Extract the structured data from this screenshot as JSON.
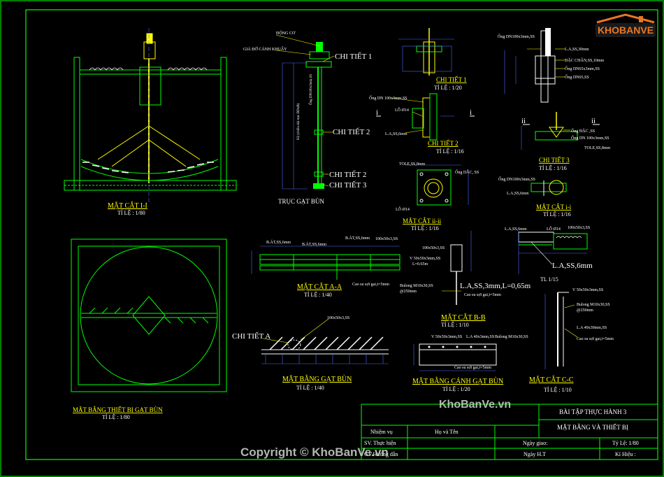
{
  "logo": {
    "text": "KHOBANVE"
  },
  "watermark": {
    "site": "KhoBanVe.vn",
    "copyright": "Copyright © KhoBanVe.vn"
  },
  "views": {
    "section_1": {
      "title": "MẶT CẮT I-I",
      "scale": "TỈ LỆ : 1/80"
    },
    "plan_equipment": {
      "title": "MẶT BẰNG THIẾT BỊ GẠT BÙN",
      "scale": "TỈ LỆ : 1/80"
    },
    "scraper_shaft": {
      "title": "TRỤC GẠT BÙN",
      "labels": [
        "ĐỘNG CƠ",
        "GIÁ ĐỠ CÁNH KHUẤY",
        "CHI TIẾT 1",
        "CHI TIẾT 2",
        "CHI TIẾT 2",
        "CHI TIẾT 3"
      ]
    },
    "detail_1": {
      "title": "CHI TIẾT 1",
      "scale": "TỈ LỆ : 1/20"
    },
    "detail_2": {
      "title": "CHI TIẾT 2",
      "scale": "TỈ LỆ : 1/16",
      "labels": [
        "Ống DN 100x3mm,SS",
        "LỖ Ø14",
        "L.A,SS,6mm",
        "i",
        "i"
      ]
    },
    "section_ii": {
      "title": "MẶT CẮT ii-ii",
      "scale": "TỈ LỆ : 1/16",
      "labels": [
        "TOLE,SS,8mm",
        "Ống DẪC, SS",
        "LỖ Ø14"
      ]
    },
    "detail_3": {
      "title": "CHI TIẾT 3",
      "scale": "TỈ LỆ : 1/16",
      "labels": [
        "Ống ĐẶC ,SS",
        "Ống DN 100x3mm,SS",
        "TOLE,SS,8mm",
        "ii",
        "ii"
      ]
    },
    "top_right": {
      "labels": [
        "Ống DN100x3mm,SS",
        "L.A,SS,30mm",
        "ĐẶC CHÂN,SS,10mm",
        "Ống DN65x3mm,SS",
        "Ống DN65,SS"
      ]
    },
    "section_ii2": {
      "title": "MẶT CẮT i-i",
      "scale": "TỈ LỆ : 1/16",
      "labels": [
        "Ống DN100x3mm,SS",
        "L.A,SS,6mm"
      ]
    },
    "tl_detail": {
      "title": "TL 1/15",
      "labels": [
        "L.A,SS,6mm",
        "LỖ Ø14",
        "100x50x3,SS",
        "L.A,SS,6mm"
      ]
    },
    "section_aa": {
      "title": "MẶT CẮT A-A",
      "scale": "TỈ LỆ : 1/40",
      "labels": [
        "B.ÁT,SS,6mm",
        "B.ÁT,SS,6mm",
        "B.ÁT,SS,6mm",
        "100x50x3,SS",
        "Cao su sợi gai,t=5mm"
      ]
    },
    "section_bb": {
      "title": "MẶT CẮT B-B",
      "scale": "TỈ LỆ : 1/10",
      "labels": [
        "100x50x3,SS",
        "V 50x50x3mm,SS",
        "L=0.65m",
        "L.A,SS,3mm,L=0,65m",
        "Bulong M10x30,SS",
        "@250mm",
        "Cao su sợi gai,t=5mm"
      ]
    },
    "plan_scraper": {
      "title": "MẶT BẰNG GẠT BÙN",
      "scale": "TỈ LỆ : 1/40",
      "labels": [
        "CHI TIẾT A",
        "100x50x3,SS"
      ]
    },
    "plan_blade": {
      "title": "MẶT BẰNG CÁNH GẠT BÙN",
      "scale": "TỈ LỆ : 1/20",
      "labels": [
        "V 50x50x3mm,SS",
        "L.A 40x3mm,SS",
        "Bulong M10x30,SS",
        "Cao su sợi gai,t=5mm"
      ]
    },
    "section_cc": {
      "title": "MẶT CẮT C-C",
      "scale": "TỈ LỆ : 1/10",
      "labels": [
        "V 50x50x3mm,SS",
        "Bulong M10x30,SS",
        "@250mm",
        "L.A 40x30mm,SS",
        "Cao su sợi gai,t=5mm"
      ]
    }
  },
  "title_block": {
    "project": "BÀI TẬP THỰC HÀNH 3",
    "drawing": "MẶT BẰNG VÀ THIẾT BỊ",
    "col_task": "Nhiệm vụ",
    "col_name": "Họ và Tên",
    "row_student": "SV. Thực hiện",
    "row_teacher": "GV.Hướng dẫn",
    "date_given": "Ngày giao:",
    "date_done": "Ngày H.T",
    "scale": "Tỷ Lệ: 1/80",
    "code": "Kí Hiệu :"
  },
  "colors": {
    "background": "#000000",
    "frame": "#00ff00",
    "structure": "#00ff00",
    "steel": "#ffff00",
    "dims": "#00ffff",
    "text": "#ffffff",
    "accent_blue": "#4d6dff"
  }
}
